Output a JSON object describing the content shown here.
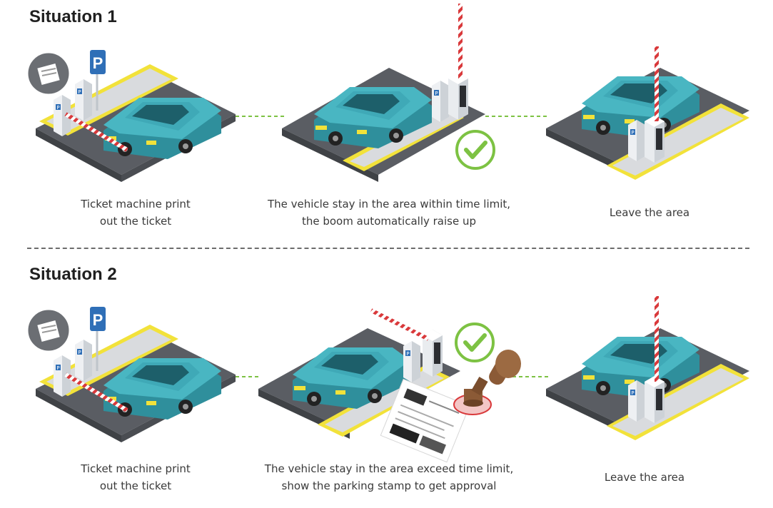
{
  "situations": [
    {
      "title": "Situation 1",
      "steps": [
        {
          "caption": "Ticket machine print\nout the ticket"
        },
        {
          "caption": "The vehicle stay in the area within time limit,\nthe boom automatically raise up"
        },
        {
          "caption": "Leave the area"
        }
      ]
    },
    {
      "title": "Situation 2",
      "steps": [
        {
          "caption": "Ticket machine print\nout the ticket"
        },
        {
          "caption": "The vehicle stay in the area exceed time limit,\nshow the parking stamp to get approval"
        },
        {
          "caption": "Leave the area"
        }
      ]
    }
  ],
  "sign": {
    "letter": "P"
  },
  "colors": {
    "car": "#3fa9b7",
    "road": "#5a5d63",
    "curb": "#f2e23a",
    "check": "#7dc243",
    "boom_red": "#d9393b"
  }
}
